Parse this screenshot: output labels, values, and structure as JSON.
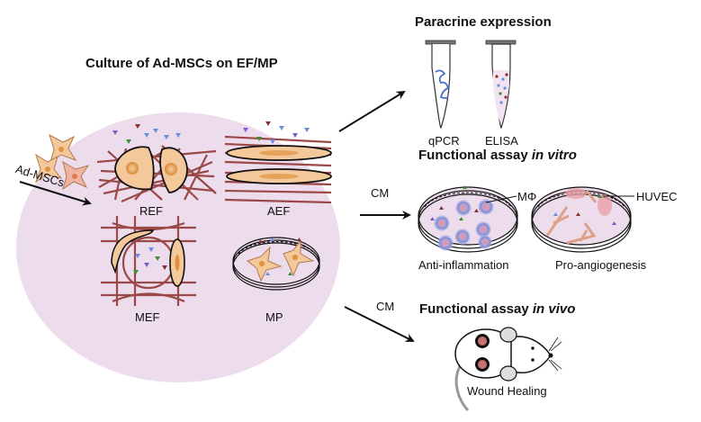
{
  "figure": {
    "culture": {
      "title": "Culture of Ad-MSCs on EF/MP",
      "input_cells_label": "Ad-MSCs",
      "substrates": [
        {
          "id": "ref",
          "label": "REF"
        },
        {
          "id": "aef",
          "label": "AEF"
        },
        {
          "id": "mef",
          "label": "MEF"
        },
        {
          "id": "mp",
          "label": "MP"
        }
      ]
    },
    "paracrine": {
      "title": "Paracrine expression",
      "assays": [
        {
          "id": "qpcr",
          "label": "qPCR"
        },
        {
          "id": "elisa",
          "label": "ELISA"
        }
      ]
    },
    "in_vitro": {
      "title_prefix": "Functional assay ",
      "title_italic": "in vitro",
      "arrow_label": "CM",
      "assays": [
        {
          "id": "anti-inflammation",
          "label": "Anti-inflammation",
          "cell_label": "MΦ"
        },
        {
          "id": "pro-angiogenesis",
          "label": "Pro-angiogenesis",
          "cell_label": "HUVEC"
        }
      ]
    },
    "in_vivo": {
      "title_prefix": "Functional assay ",
      "title_italic": "in vivo",
      "arrow_label": "CM",
      "assay_label": "Wound Healing"
    },
    "colors": {
      "ellipse_bg": "#eddcec",
      "fiber": "#9a4848",
      "cell_fill": "#f3c89a",
      "cell_nucleus": "#e0913c",
      "factor_blue": "#6a8fd8",
      "factor_purple": "#7b5cc8",
      "factor_green": "#3f8f3a",
      "factor_red": "#8a3030",
      "macrophage": "#7f8fd8",
      "wound": "#c97070"
    }
  }
}
